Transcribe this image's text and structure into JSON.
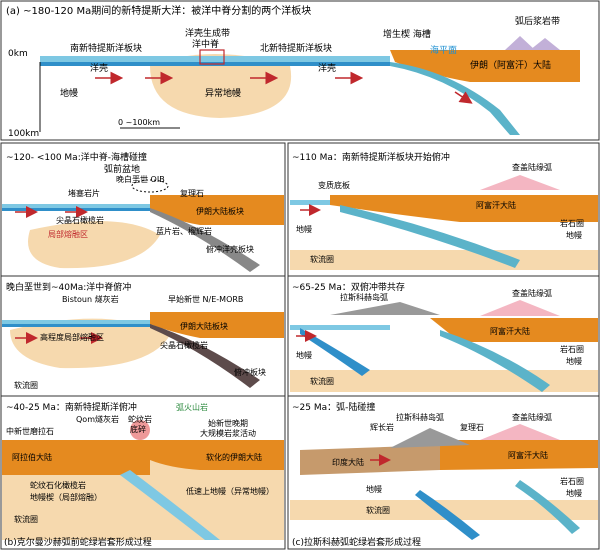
{
  "panel_a": {
    "title": "(a) ~180-120 Ma期间的新特提斯大洋：被洋中脊分割的两个洋板块",
    "arc_ridge": "洋壳生成带",
    "mor": "洋中脊",
    "s_plate": "南新特提斯洋板块",
    "n_plate": "北新特提斯洋板块",
    "accretion": "增生楔 海槽",
    "arc_belt": "弧后浆岩带",
    "sea_level": "海平面",
    "depth_0": "0km",
    "oceanic_crust_left": "洋壳",
    "oceanic_crust_right": "洋壳",
    "block": "伊朗（阿富汗）大陆",
    "mantle": "地幔",
    "anomalous_mantle": "异常地幔",
    "depth_100": "100km",
    "scale": "0      ~100km"
  },
  "panel_b1": {
    "title": "~120- <100 Ma:洋中脊-海槽碰撞",
    "forearc": "弧前盆地",
    "jurassic_oib": "晚白垩世 OIB",
    "fore_rocks": "堵塞岩片",
    "serpentine": "复理石",
    "spinel": "尖晶石橄榄岩",
    "plate": "伊朗大陆板块",
    "partial_melt": "局部熔融区",
    "blueschist": "蓝片岩、榴辉岩",
    "slab": "俯冲洋壳板块"
  },
  "panel_b2": {
    "title": "晚白垩世到~40Ma:洋中脊俯冲",
    "bistoun": "Bistoun 燧灰岩",
    "morb": "早始新世 N/E-MORB",
    "melt_zone": "高程度局部熔融区",
    "plate": "伊朗大陆板块",
    "spinel": "尖晶石橄榄岩",
    "asthenosphere": "软流圈",
    "slab": "俯冲板块"
  },
  "panel_b3": {
    "title": "~40-25 Ma：南新特提斯洋俯冲",
    "arc_volcanics": "弧火山岩",
    "plate_left": "中新世磨拉石",
    "qom": "Qom燧灰岩",
    "ophiolite": "蛇纹岩",
    "base": "底碎",
    "eocene": "始新世晚期",
    "magma": "大规模岩浆活动",
    "arabia": "阿拉伯大陆",
    "soft_iran": "软化的伊朗大陆",
    "serp_wedge": "蛇纹石化橄榄岩",
    "mantle_wedge": "地幔楔（局部熔融）",
    "low_vel": "低速上地幔（异常地幔）",
    "asthenosphere": "软流圈"
  },
  "panel_c1": {
    "title": "~110 Ma：南新特提斯洋板块开始俯冲",
    "metamorphic": "变质底板",
    "arc": "查盖陆缘弧",
    "afghan": "阿富汗大陆",
    "mantle": "地幔",
    "litho": "岩石圈",
    "litho2": "地幔",
    "asthenosphere": "软流圈"
  },
  "panel_c2": {
    "title": "~65-25 Ma：双俯冲带共存",
    "ras_koh": "拉斯科赫岛弧",
    "arc": "查盖陆缘弧",
    "afghan": "阿富汗大陆",
    "mantle": "地幔",
    "litho": "岩石圈",
    "litho2": "地幔",
    "asthenosphere": "软流圈"
  },
  "panel_c3": {
    "title": "~25 Ma：弧-陆碰撞",
    "ras_koh": "拉斯科赫岛弧",
    "volc": "辉长岩",
    "serpentine": "复理石",
    "arc": "查盖陆缘弧",
    "india": "印度大陆",
    "afghan": "阿富汗大陆",
    "mantle": "地幔",
    "litho": "岩石圈",
    "litho2": "地幔",
    "asthenosphere": "软流圈"
  },
  "caption_b": "(b)克尔曼沙赫弧前蛇绿岩套形成过程",
  "caption_c": "(c)拉斯科赫弧蛇绿岩套形成过程",
  "colors": {
    "ocean": "#7ec8e3",
    "oceanic_crust": "#2f8fc9",
    "slab": "#5bb3c9",
    "continent": "#e58a1f",
    "mantle": "#f6d9ae",
    "arrow": "#c0282d"
  }
}
